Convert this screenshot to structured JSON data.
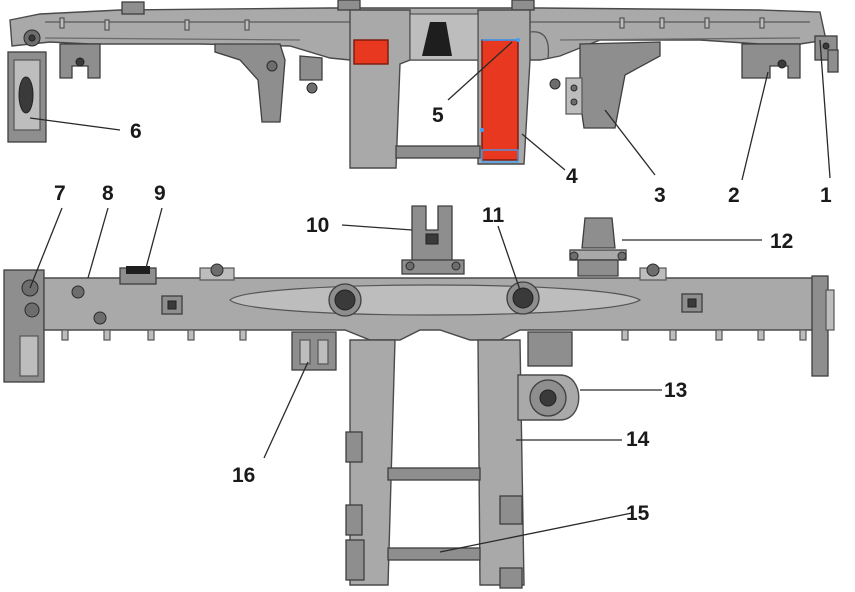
{
  "callouts": [
    {
      "id": "1",
      "text": "1"
    },
    {
      "id": "2",
      "text": "2"
    },
    {
      "id": "3",
      "text": "3"
    },
    {
      "id": "4",
      "text": "4"
    },
    {
      "id": "5",
      "text": "5"
    },
    {
      "id": "6",
      "text": "6"
    },
    {
      "id": "7",
      "text": "7"
    },
    {
      "id": "8",
      "text": "8"
    },
    {
      "id": "9",
      "text": "9"
    },
    {
      "id": "10",
      "text": "10"
    },
    {
      "id": "11",
      "text": "11"
    },
    {
      "id": "12",
      "text": "12"
    },
    {
      "id": "13",
      "text": "13"
    },
    {
      "id": "14",
      "text": "14"
    },
    {
      "id": "15",
      "text": "15"
    },
    {
      "id": "16",
      "text": "16"
    }
  ],
  "colors": {
    "steel": "#a9a9a9",
    "highlight": "#e8381f",
    "label": "#1a1a1a"
  }
}
